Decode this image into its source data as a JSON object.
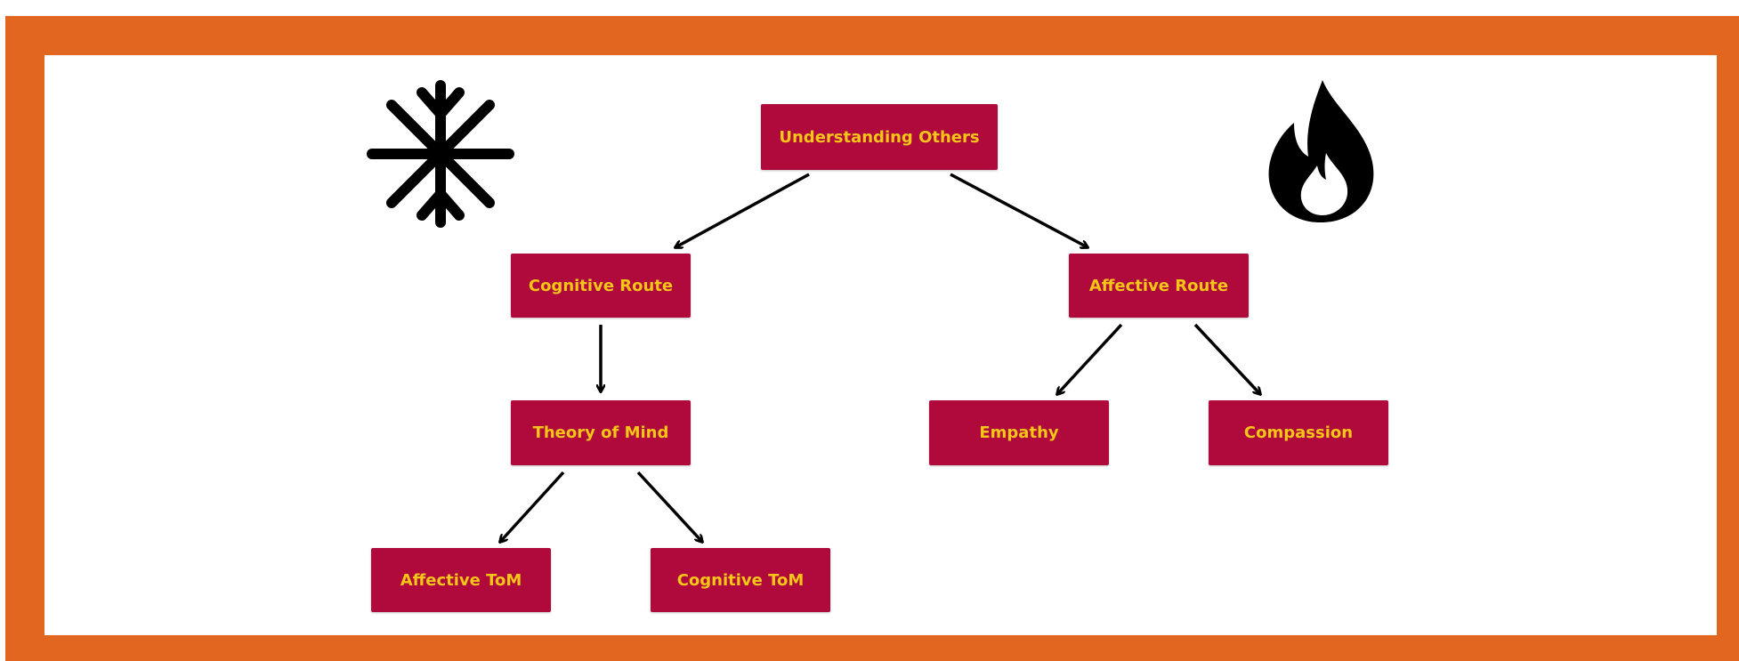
{
  "diagram": {
    "nodes": {
      "root": "Understanding Others",
      "cognitive_route": "Cognitive Route",
      "affective_route": "Affective Route",
      "theory_of_mind": "Theory of Mind",
      "empathy": "Empathy",
      "compassion": "Compassion",
      "affective_tom": "Affective ToM",
      "cognitive_tom": "Cognitive ToM"
    },
    "edges": [
      [
        "root",
        "cognitive_route"
      ],
      [
        "root",
        "affective_route"
      ],
      [
        "cognitive_route",
        "theory_of_mind"
      ],
      [
        "affective_route",
        "empathy"
      ],
      [
        "affective_route",
        "compassion"
      ],
      [
        "theory_of_mind",
        "affective_tom"
      ],
      [
        "theory_of_mind",
        "cognitive_tom"
      ]
    ],
    "icons": {
      "left": "snowflake-icon",
      "right": "flame-icon"
    }
  },
  "colors": {
    "frame": "#e2661f",
    "node_fill": "#b0093c",
    "node_text": "#f5c518",
    "arrow": "#000000"
  }
}
